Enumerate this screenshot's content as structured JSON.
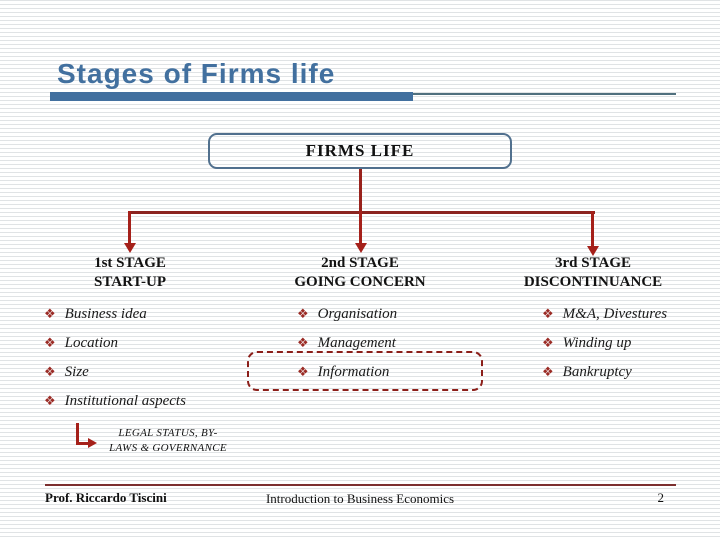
{
  "slide": {
    "title": "Stages of Firms life",
    "bullet_icon": "❖",
    "diagram": {
      "root_label": "FIRMS LIFE",
      "stages": [
        {
          "heading_line1": "1st STAGE",
          "heading_line2": "START-UP",
          "items": [
            "Business idea",
            "Location",
            "Size",
            "Institutional aspects"
          ]
        },
        {
          "heading_line1": "2nd STAGE",
          "heading_line2": "GOING CONCERN",
          "items": [
            "Organisation",
            "Management",
            "Information"
          ],
          "highlighted_item": "Information"
        },
        {
          "heading_line1": "3rd STAGE",
          "heading_line2": "DISCONTINUANCE",
          "items": [
            "M&A, Divestures",
            "Winding up",
            "Bankruptcy"
          ]
        }
      ],
      "note_line1": "LEGAL STATUS, BY-",
      "note_line2": "LAWS & GOVERNANCE"
    },
    "footer": {
      "author": "Prof. Riccardo Tiscini",
      "course": "Introduction to Business Economics",
      "page_number": "2"
    },
    "colors": {
      "accent_blue": "#42709f",
      "box_border_blue": "#51708e",
      "arrow_red": "#a5201a",
      "connector_maroon": "#8c2420",
      "dashed_red": "#8c1f1a",
      "bullet_red": "#9b2b25",
      "footer_line_maroon": "#7c2f2f"
    }
  }
}
